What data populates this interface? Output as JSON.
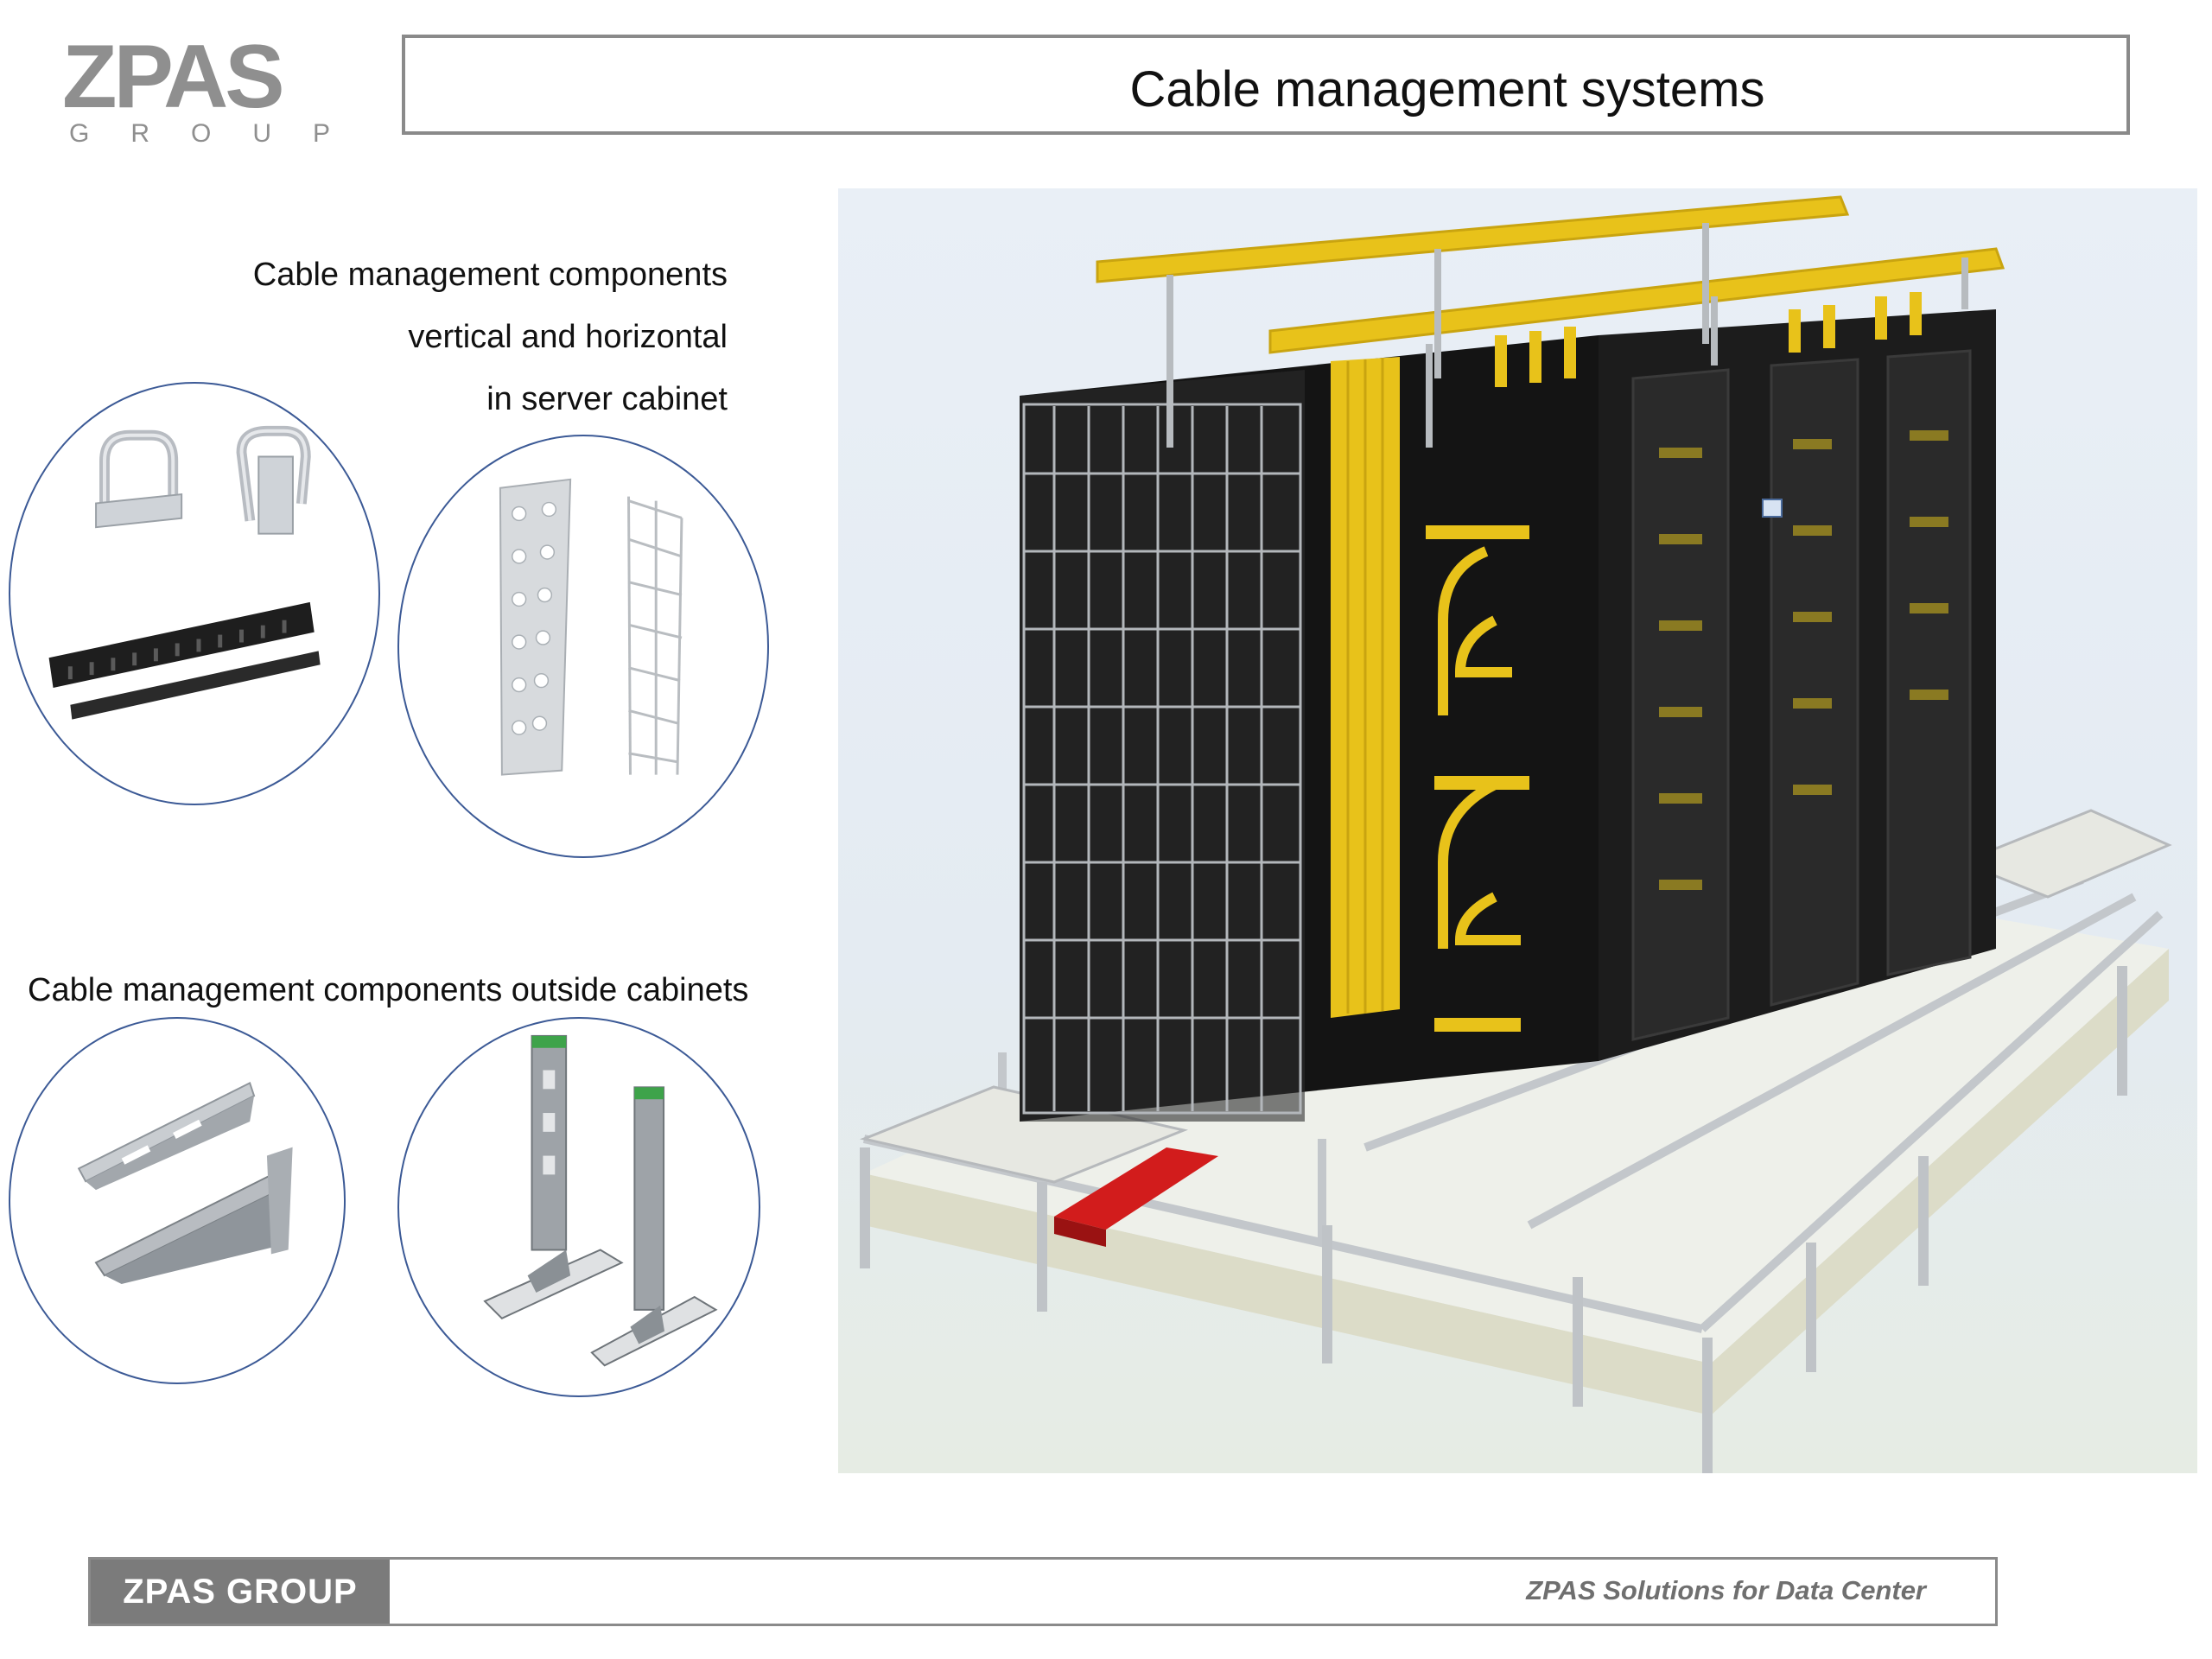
{
  "logo": {
    "wordmark": "ZPAS",
    "subline": "GROUP"
  },
  "header": {
    "title": "Cable management systems"
  },
  "left_panel": {
    "caption_inside_lines": [
      "Cable management  components",
      "vertical and horizontal",
      "in server cabinet"
    ],
    "caption_outside": "Cable management components outside cabinets"
  },
  "footer": {
    "brand": "ZPAS  GROUP",
    "tagline": "ZPAS Solutions for Data Center"
  },
  "colors": {
    "logo_gray": "#8f8f8f",
    "circle_border": "#3c5a96",
    "cable_yellow": "#e8c21a",
    "cabinet_black": "#1c1c1c",
    "footer_gray": "#7b7b7b",
    "red_tray": "#d21c1c"
  }
}
